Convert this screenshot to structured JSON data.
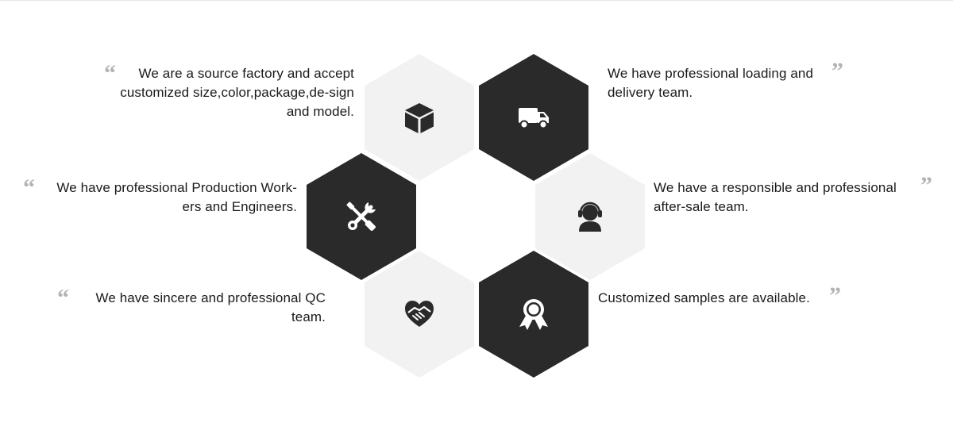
{
  "quote_open": "“",
  "quote_close": "”",
  "colors": {
    "dark_hex": "#2a2a2a",
    "light_hex": "#f2f2f2",
    "quote_mark": "#b3b3b3",
    "text": "#1a1a1a"
  },
  "features": [
    {
      "id": "factory",
      "icon": "cube-icon",
      "text": "We are a source factory and accept customized size,color,package,de-sign and model."
    },
    {
      "id": "delivery",
      "icon": "truck-icon",
      "text": "We have professional loading and delivery team."
    },
    {
      "id": "production",
      "icon": "tools-icon",
      "text": "We have professional Production Work-ers and Engineers."
    },
    {
      "id": "after-sale",
      "icon": "headset-person-icon",
      "text": "We have a responsible and professional after-sale team."
    },
    {
      "id": "qc",
      "icon": "handshake-heart-icon",
      "text": "We have sincere and professional QC team."
    },
    {
      "id": "samples",
      "icon": "award-ribbon-icon",
      "text": "Customized samples are available."
    }
  ]
}
